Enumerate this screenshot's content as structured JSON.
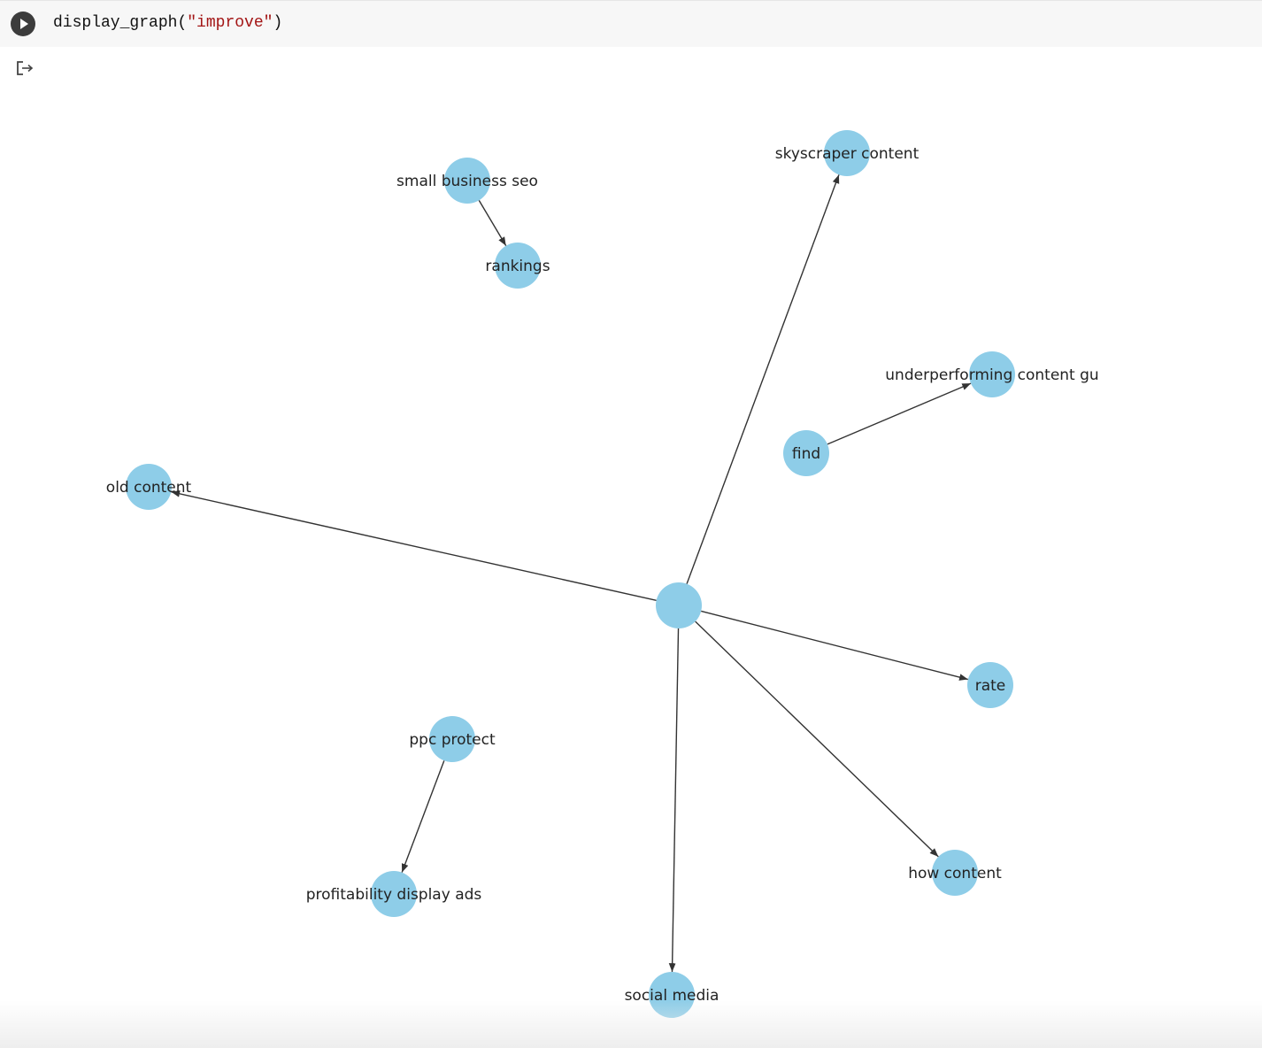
{
  "cell": {
    "code_prefix": "display_graph(",
    "code_arg": "\"improve\"",
    "code_suffix": ")"
  },
  "graph": {
    "node_color": "#8ecde8",
    "edge_color": "#333333",
    "nodes": [
      {
        "id": "center",
        "label": ""
      },
      {
        "id": "small_business_seo",
        "label": "small business seo"
      },
      {
        "id": "rankings",
        "label": "rankings"
      },
      {
        "id": "skyscraper_content",
        "label": "skyscraper content"
      },
      {
        "id": "underperforming",
        "label": "underperforming content gu"
      },
      {
        "id": "find",
        "label": "find"
      },
      {
        "id": "old_content",
        "label": "old  content"
      },
      {
        "id": "rate",
        "label": "rate"
      },
      {
        "id": "ppc_protect",
        "label": "ppc protect"
      },
      {
        "id": "profitability",
        "label": "profitability display ads"
      },
      {
        "id": "how_content",
        "label": "how  content"
      },
      {
        "id": "social_media",
        "label": "social  media"
      }
    ],
    "edges": [
      {
        "from": "small_business_seo",
        "to": "rankings"
      },
      {
        "from": "center",
        "to": "skyscraper_content"
      },
      {
        "from": "find",
        "to": "underperforming"
      },
      {
        "from": "center",
        "to": "old_content"
      },
      {
        "from": "center",
        "to": "rate"
      },
      {
        "from": "center",
        "to": "how_content"
      },
      {
        "from": "center",
        "to": "social_media"
      },
      {
        "from": "ppc_protect",
        "to": "profitability"
      }
    ]
  }
}
